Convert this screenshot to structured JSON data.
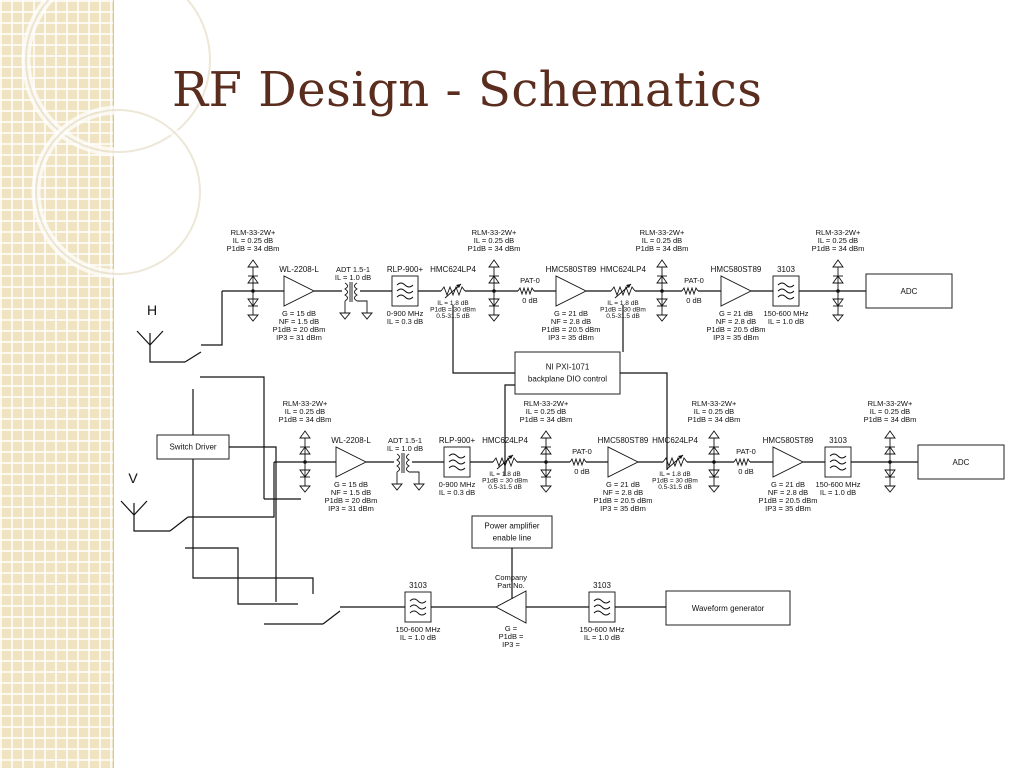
{
  "slide": {
    "title": "RF Design - Schematics"
  },
  "theme": {
    "title_color": "#5a2d1e",
    "strip_color": "#efe3c2",
    "line_color": "#111111"
  },
  "schematic": {
    "antennas": {
      "h_label": "H",
      "v_label": "V"
    },
    "h_chain": [
      {
        "type": "limiter",
        "lines": [
          "RLM-33-2W+",
          "IL = 0.25 dB",
          "P1dB = 34 dBm"
        ]
      },
      {
        "type": "amplifier",
        "name": "WL-2208-L",
        "specs": [
          "G = 15 dB",
          "NF = 1.5 dB",
          "P1dB = 20 dBm",
          "IP3 = 31 dBm"
        ]
      },
      {
        "type": "transformer",
        "lines": [
          "ADT 1.5-1",
          "IL = 1.0 dB"
        ]
      },
      {
        "type": "filter",
        "name": "RLP-900+",
        "specs": [
          "0-900 MHz",
          "IL = 0.3 dB"
        ]
      },
      {
        "type": "attenuator",
        "name": "HMC624LP4",
        "specs": [
          "IL = 1.8 dB",
          "P1dB = 30 dBm",
          "0.5-31.5 dB"
        ]
      },
      {
        "type": "limiter",
        "lines": [
          "RLM-33-2W+",
          "IL = 0.25 dB",
          "P1dB = 34 dBm"
        ]
      },
      {
        "type": "pad",
        "lines": [
          "PAT-0",
          "0 dB"
        ]
      },
      {
        "type": "amplifier",
        "name": "HMC580ST89",
        "specs": [
          "G = 21 dB",
          "NF = 2.8 dB",
          "P1dB = 20.5 dBm",
          "IP3 = 35 dBm"
        ]
      },
      {
        "type": "attenuator",
        "name": "HMC624LP4",
        "specs": [
          "IL = 1.8 dB",
          "P1dB = 30 dBm",
          "0.5-31.5 dB"
        ]
      },
      {
        "type": "limiter",
        "lines": [
          "RLM-33-2W+",
          "IL = 0.25 dB",
          "P1dB = 34 dBm"
        ]
      },
      {
        "type": "pad",
        "lines": [
          "PAT-0",
          "0 dB"
        ]
      },
      {
        "type": "amplifier",
        "name": "HMC580ST89",
        "specs": [
          "G = 21 dB",
          "NF = 2.8 dB",
          "P1dB = 20.5 dBm",
          "IP3 = 35 dBm"
        ]
      },
      {
        "type": "filter",
        "name": "3103",
        "specs": [
          "150-600 MHz",
          "IL = 1.0 dB"
        ]
      },
      {
        "type": "limiter",
        "lines": [
          "RLM-33-2W+",
          "IL = 0.25 dB",
          "P1dB = 34 dBm"
        ]
      },
      {
        "type": "adc",
        "label": "ADC"
      }
    ],
    "v_chain": [
      {
        "type": "limiter",
        "lines": [
          "RLM-33-2W+",
          "IL = 0.25 dB",
          "P1dB = 34 dBm"
        ]
      },
      {
        "type": "amplifier",
        "name": "WL-2208-L",
        "specs": [
          "G = 15 dB",
          "NF = 1.5 dB",
          "P1dB = 20 dBm",
          "IP3 = 31 dBm"
        ]
      },
      {
        "type": "transformer",
        "lines": [
          "ADT 1.5-1",
          "IL = 1.0 dB"
        ]
      },
      {
        "type": "filter",
        "name": "RLP-900+",
        "specs": [
          "0-900 MHz",
          "IL = 0.3 dB"
        ]
      },
      {
        "type": "attenuator",
        "name": "HMC624LP4",
        "specs": [
          "IL = 1.8 dB",
          "P1dB = 30 dBm",
          "0.5-31.5 dB"
        ]
      },
      {
        "type": "limiter",
        "lines": [
          "RLM-33-2W+",
          "IL = 0.25 dB",
          "P1dB = 34 dBm"
        ]
      },
      {
        "type": "pad",
        "lines": [
          "PAT-0",
          "0 dB"
        ]
      },
      {
        "type": "amplifier",
        "name": "HMC580ST89",
        "specs": [
          "G = 21 dB",
          "NF = 2.8 dB",
          "P1dB = 20.5 dBm",
          "IP3 = 35 dBm"
        ]
      },
      {
        "type": "attenuator",
        "name": "HMC624LP4",
        "specs": [
          "IL = 1.8 dB",
          "P1dB = 30 dBm",
          "0.5-31.5 dB"
        ]
      },
      {
        "type": "limiter",
        "lines": [
          "RLM-33-2W+",
          "IL = 0.25 dB",
          "P1dB = 34 dBm"
        ]
      },
      {
        "type": "pad",
        "lines": [
          "PAT-0",
          "0 dB"
        ]
      },
      {
        "type": "amplifier",
        "name": "HMC580ST89",
        "specs": [
          "G = 21 dB",
          "NF = 2.8 dB",
          "P1dB = 20.5 dBm",
          "IP3 = 35 dBm"
        ]
      },
      {
        "type": "filter",
        "name": "3103",
        "specs": [
          "150-600 MHz",
          "IL = 1.0 dB"
        ]
      },
      {
        "type": "limiter",
        "lines": [
          "RLM-33-2W+",
          "IL = 0.25 dB",
          "P1dB = 34 dBm"
        ]
      },
      {
        "type": "adc",
        "label": "ADC"
      }
    ],
    "control_box": {
      "lines": [
        "NI PXI-1071",
        "backplane DIO control"
      ]
    },
    "switch_driver": {
      "label": "Switch Driver"
    },
    "pa_enable": {
      "lines": [
        "Power amplifier",
        "enable line"
      ]
    },
    "tx_chain": {
      "filter_left": {
        "name": "3103",
        "specs": [
          "150-600 MHz",
          "IL = 1.0 dB"
        ]
      },
      "amplifier": {
        "name_lines": [
          "Company",
          "Part No."
        ],
        "specs": [
          "G =",
          "P1dB =",
          "IP3 ="
        ]
      },
      "filter_right": {
        "name": "3103",
        "specs": [
          "150-600 MHz",
          "IL = 1.0 dB"
        ]
      },
      "waveform_generator": {
        "label": "Waveform generator"
      }
    }
  }
}
